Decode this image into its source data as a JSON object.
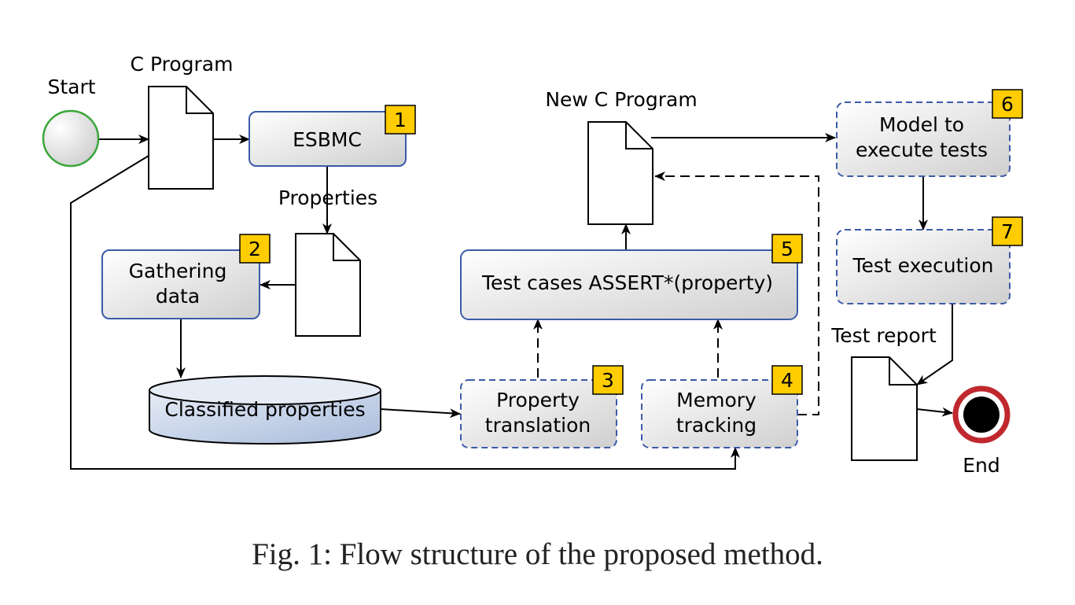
{
  "labels": {
    "start": "Start",
    "c_program": "C Program",
    "esbmc": "ESBMC",
    "properties": "Properties",
    "gathering_line1": "Gathering",
    "gathering_line2": "data",
    "classified": "Classified properties",
    "property_line1": "Property",
    "property_line2": "translation",
    "memory_line1": "Memory",
    "memory_line2": "tracking",
    "test_cases": "Test cases ASSERT*(property)",
    "new_c_program": "New C Program",
    "model_line1": "Model to",
    "model_line2": "execute tests",
    "test_execution": "Test execution",
    "test_report": "Test report",
    "end": "End"
  },
  "badges": {
    "esbmc": "1",
    "gathering": "2",
    "property": "3",
    "memory": "4",
    "test_cases": "5",
    "model": "6",
    "test_execution": "7"
  },
  "caption": "Fig. 1: Flow structure of the proposed method.",
  "colors": {
    "box_border": "#3b5ba7",
    "badge_fill": "#ffcc00",
    "start_stroke": "#3aa63a",
    "end_stroke": "#c0282d"
  }
}
